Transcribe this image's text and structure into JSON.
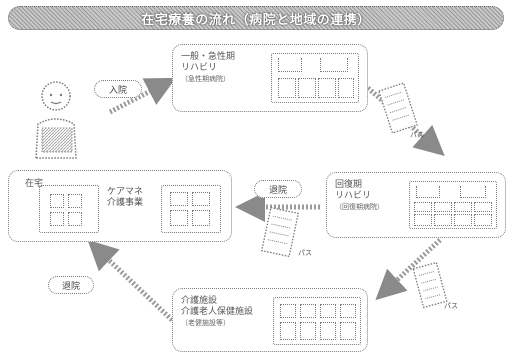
{
  "title": "在宅療養の流れ（病院と地域の連携）",
  "boxes": {
    "hospital_care": {
      "line1": "一般・急性期",
      "line2": "リハビリ",
      "line3": "（急性期病院）"
    },
    "recovery_rehab": {
      "line1": "回復期",
      "line2": "リハビリ",
      "line3": "（回復期病院）"
    },
    "home_care": {
      "line1": "在宅",
      "line2": "ケアマネ",
      "line3": "介護事業"
    },
    "care_facility": {
      "line1": "介護施設",
      "line2": "介護老人保健施設",
      "line3": "（老健施設等）"
    }
  },
  "pills": {
    "admission": "入院",
    "discharge": "退院",
    "transfer": "退院"
  },
  "doc_labels": {
    "top_right": "パス",
    "middle": "パス",
    "bottom_right": "パス"
  }
}
